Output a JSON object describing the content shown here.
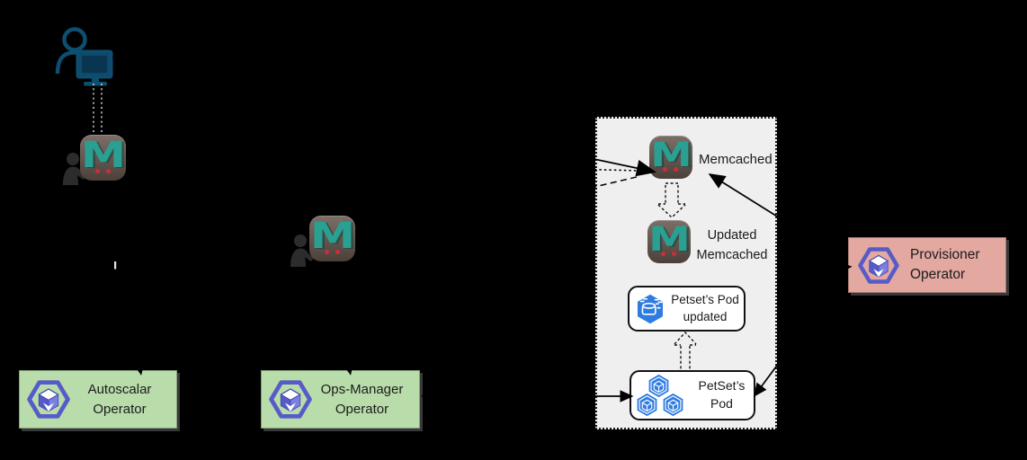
{
  "nodes": {
    "deployed_memcached": {
      "label": "Memcached"
    },
    "updated_memcached": {
      "lines": [
        "Updated",
        "Memcached"
      ]
    },
    "petset_pod_updated": {
      "lines": [
        "Petset’s Pod",
        "updated"
      ]
    },
    "petset_pod": {
      "lines": [
        "PetSet’s",
        "Pod"
      ]
    },
    "autoscalar_operator": {
      "lines": [
        "Autoscalar",
        "Operator"
      ]
    },
    "ops_manager_operator": {
      "lines": [
        "Ops-Manager",
        "Operator"
      ]
    },
    "provisioner_operator": {
      "lines": [
        "Provisioner",
        "Operator"
      ]
    }
  },
  "icons": {
    "memcached_letter": "M",
    "user_workstation": "person-at-monitor-icon",
    "person": "person-silhouette-icon",
    "pod": "kubernetes-pod-hexagon-cube-icon",
    "pod_updated": "hexagon-rollout-cylinder-icon",
    "operator": "hexagon-3d-cube-operator-icon"
  },
  "colors": {
    "background": "#000000",
    "panel_fill": "#efefef",
    "operator_green": "#b9dcab",
    "operator_pink": "#e3a8a0",
    "memcached_teal": "#2aa092",
    "memcached_bg_top": "#7b6f67",
    "memcached_bg_bottom": "#4c403a",
    "memcached_dot_red": "#cb2e38",
    "pod_blue": "#2f7ce0",
    "operator_icon_purple": "#575bc7",
    "user_icon_blue": "#0d4f70",
    "arrow_black": "#000000"
  }
}
